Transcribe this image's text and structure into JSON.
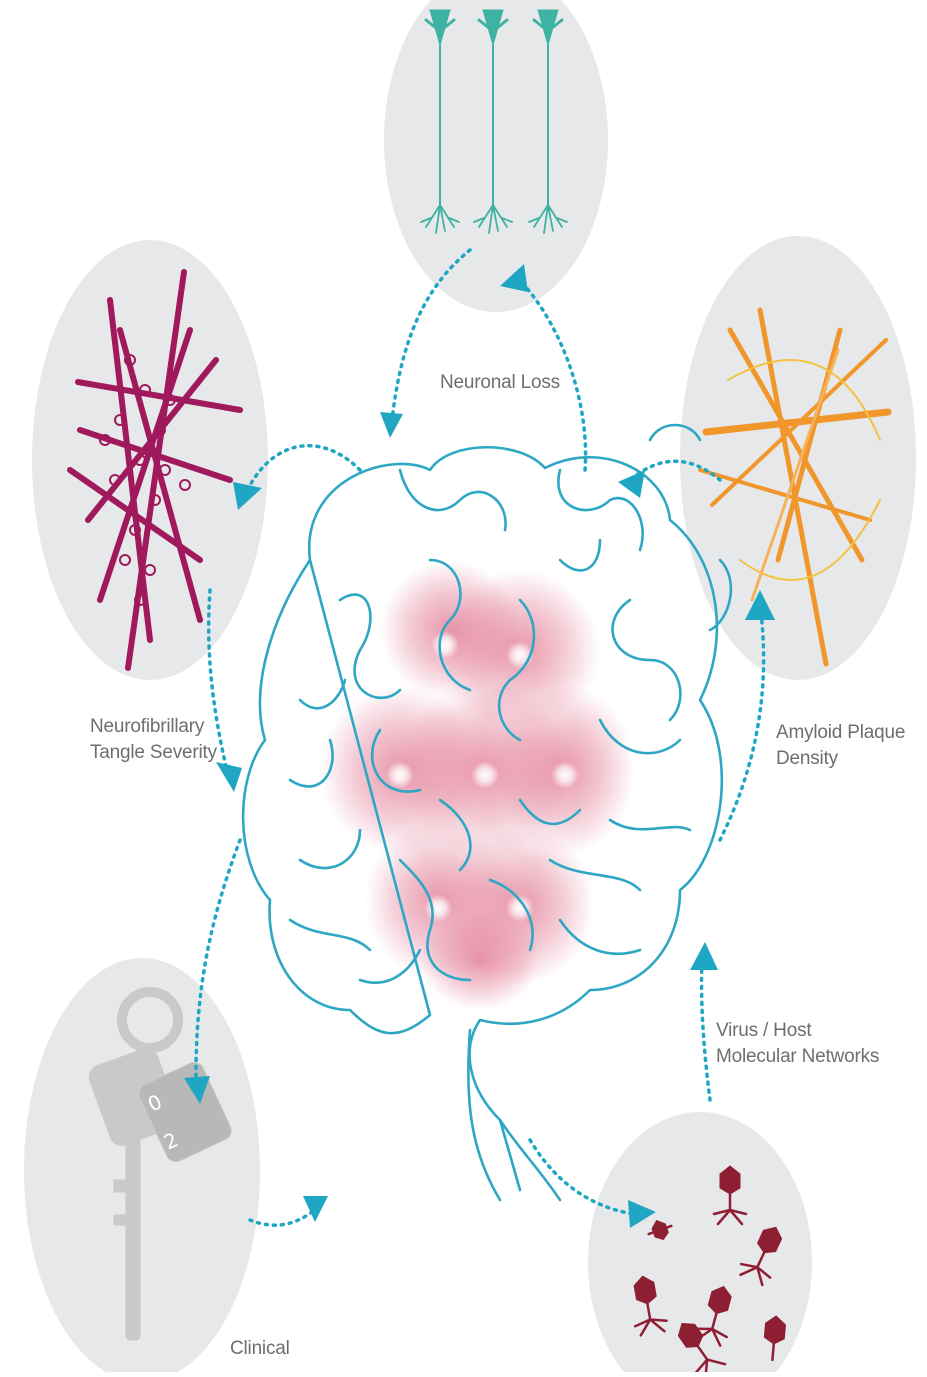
{
  "nodes": {
    "neuronal_loss": {
      "label": "Neuronal Loss"
    },
    "tangle": {
      "label_line1": "Neurofibrillary",
      "label_line2": "Tangle Severity"
    },
    "amyloid": {
      "label_line1": "Amyloid Plaque",
      "label_line2": "Density"
    },
    "virus": {
      "label_line1": "Virus / Host",
      "label_line2": "Molecular Networks"
    },
    "clinical": {
      "label": "Clinical"
    }
  },
  "colors": {
    "circle_fill": "#e7e8ea",
    "brain_outline": "#2ea7c4",
    "arrow": "#1fa6c3",
    "tangle": "#a0195c",
    "amyloid": "#f0962a",
    "neuron": "#3fb3a3",
    "virus": "#8e1f33",
    "key": "#c9c9c9",
    "glow": "#e0738e"
  },
  "icons": {
    "neuronal_loss": "neuron-icon",
    "tangle": "tangle-icon",
    "amyloid": "amyloid-fibers-icon",
    "virus": "virus-icon",
    "clinical": "key-icon",
    "center": "brain-icon"
  }
}
